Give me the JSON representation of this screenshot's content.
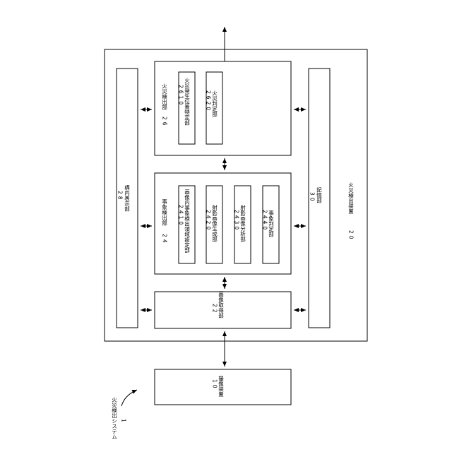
{
  "system": {
    "label": "火災検出システム",
    "number": "1"
  },
  "device": {
    "label": "火災検出装置",
    "number": "20"
  },
  "imaging": {
    "label": "撮像装置",
    "number": "10"
  },
  "image_acquisition": {
    "label": "画像取得部",
    "number": "22"
  },
  "event_detection": {
    "label": "事象検出部",
    "number": "24",
    "subunits": [
      {
        "label": "画像内事象検出領域設定部",
        "number": "2410"
      },
      {
        "label": "射影画像生成部",
        "number": "2420"
      },
      {
        "label": "射影画像分析部",
        "number": "2430"
      },
      {
        "label": "事象判定部",
        "number": "2440"
      }
    ]
  },
  "fire_detection": {
    "label": "火災検出部",
    "number": "26",
    "subunits": [
      {
        "label": "火災発生位置特定部",
        "number": "2610"
      },
      {
        "label": "火災判定部",
        "number": "2620"
      }
    ]
  },
  "guidance_display": {
    "label": "構内表示部",
    "number": "28"
  },
  "storage": {
    "label": "記憶部",
    "number": "30"
  }
}
